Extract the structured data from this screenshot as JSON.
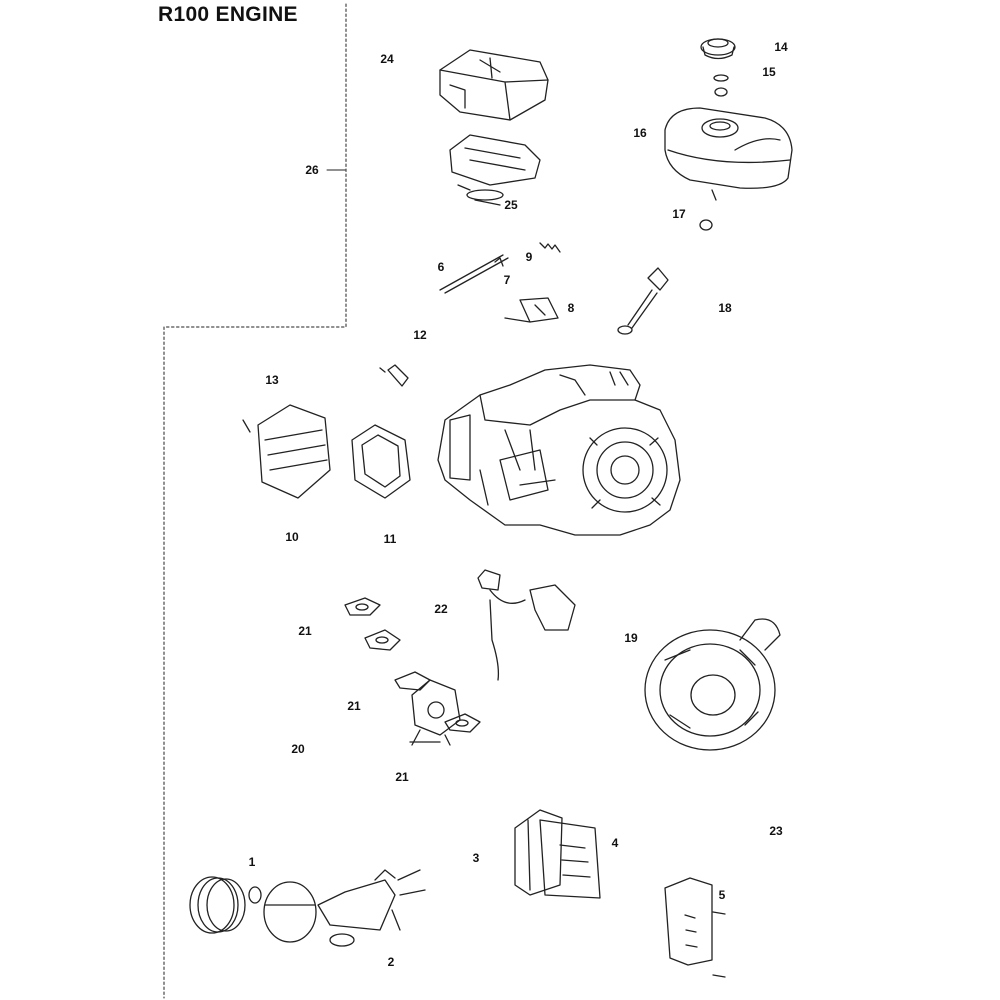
{
  "title": "R100 ENGINE",
  "callouts": [
    {
      "id": "c1",
      "label": "1"
    },
    {
      "id": "c2",
      "label": "2"
    },
    {
      "id": "c3",
      "label": "3"
    },
    {
      "id": "c4",
      "label": "4"
    },
    {
      "id": "c5",
      "label": "5"
    },
    {
      "id": "c6",
      "label": "6"
    },
    {
      "id": "c7",
      "label": "7"
    },
    {
      "id": "c8",
      "label": "8"
    },
    {
      "id": "c9",
      "label": "9"
    },
    {
      "id": "c10",
      "label": "10"
    },
    {
      "id": "c11",
      "label": "11"
    },
    {
      "id": "c12",
      "label": "12"
    },
    {
      "id": "c13",
      "label": "13"
    },
    {
      "id": "c14",
      "label": "14"
    },
    {
      "id": "c15",
      "label": "15"
    },
    {
      "id": "c16",
      "label": "16"
    },
    {
      "id": "c17",
      "label": "17"
    },
    {
      "id": "c18",
      "label": "18"
    },
    {
      "id": "c19",
      "label": "19"
    },
    {
      "id": "c20",
      "label": "20"
    },
    {
      "id": "c21a",
      "label": "21"
    },
    {
      "id": "c21b",
      "label": "21"
    },
    {
      "id": "c21c",
      "label": "21"
    },
    {
      "id": "c22",
      "label": "22"
    },
    {
      "id": "c23",
      "label": "23"
    },
    {
      "id": "c24",
      "label": "24"
    },
    {
      "id": "c25",
      "label": "25"
    },
    {
      "id": "c26",
      "label": "26"
    }
  ]
}
